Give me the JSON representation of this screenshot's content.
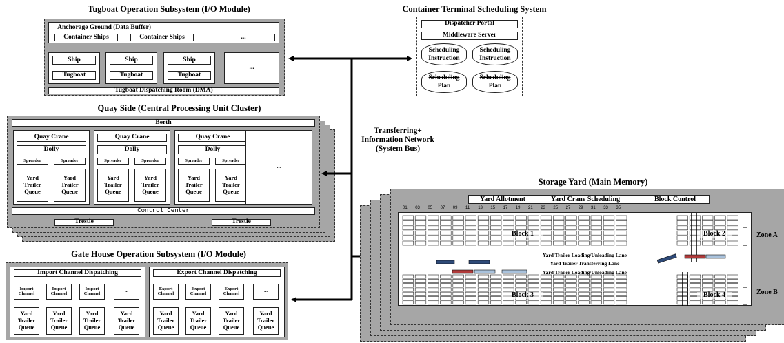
{
  "tugboat": {
    "title": "Tugboat Operation Subsystem (I/O Module)",
    "anchorage_title": "Anchorage Ground (Data Buffer)",
    "anchorage_slots": [
      "Container Ships",
      "Container Ships",
      "..."
    ],
    "units": [
      {
        "ship": "Ship",
        "tug": "Tugboat"
      },
      {
        "ship": "Ship",
        "tug": "Tugboat"
      },
      {
        "ship": "Ship",
        "tug": "Tugboat"
      }
    ],
    "more": "...",
    "dispatch_room": "Tugboat Dispatching Room (DMA)"
  },
  "ctss": {
    "title": "Container Terminal Scheduling System",
    "portal": "Dispatcher Portal",
    "middleware": "Middleware Server",
    "dbs": [
      {
        "l1": "Scheduling",
        "l2": "Instruction"
      },
      {
        "l1": "Scheduling",
        "l2": "Instruction"
      },
      {
        "l1": "Scheduling",
        "l2": "Plan"
      },
      {
        "l1": "Scheduling",
        "l2": "Plan"
      }
    ]
  },
  "quay": {
    "title": "Quay Side (Central Processing Unit Cluster)",
    "berth": "Berth",
    "cranes": [
      {
        "crane": "Quay Crane",
        "dolly": "Dolly",
        "spreader_a": "Spreader",
        "spreader_b": "Spreader",
        "queue_a": "Yard\nTrailer\nQueue",
        "queue_b": "Yard\nTrailer\nQueue"
      },
      {
        "crane": "Quay Crane",
        "dolly": "Dolly",
        "spreader_a": "Spreader",
        "spreader_b": "Spreader",
        "queue_a": "Yard\nTrailer\nQueue",
        "queue_b": "Yard\nTrailer\nQueue"
      },
      {
        "crane": "Quay Crane",
        "dolly": "Dolly",
        "spreader_a": "Spreader",
        "spreader_b": "Spreader",
        "queue_a": "Yard\nTrailer\nQueue",
        "queue_b": "Yard\nTrailer\nQueue"
      }
    ],
    "more": "...",
    "control_center": "Control Center",
    "trestle_left": "Trestle",
    "trestle_right": "Trestle"
  },
  "gate": {
    "title": "Gate House Operation Subsystem (I/O Module)",
    "import_title": "Import Channel Dispatching",
    "export_title": "Export Channel Dispatching",
    "import_channels": [
      "Import\nChannel",
      "Import\nChannel",
      "Import\nChannel",
      "..."
    ],
    "export_channels": [
      "Export\nChannel",
      "Export\nChannel",
      "Export\nChannel",
      "..."
    ],
    "queue": "Yard\nTrailer\nQueue"
  },
  "network": {
    "label": "Transferring+\nInformation Network\n(System Bus)"
  },
  "yard": {
    "title": "Storage Yard (Main Memory)",
    "tabs": [
      "Yard Allotment",
      "Yard Crane Scheduling",
      "Block Control"
    ],
    "bay_numbers": [
      "01",
      "03",
      "05",
      "07",
      "09",
      "11",
      "13",
      "15",
      "17",
      "19",
      "21",
      "23",
      "25",
      "27",
      "29",
      "31",
      "33",
      "35"
    ],
    "block1": "Block 1",
    "block2": "Block 2",
    "block3": "Block 3",
    "block4": "Block 4",
    "lane_top": "Yard Trailer Loading/Unloading Lane",
    "lane_mid": "Yard Trailer Transferring Lane",
    "lane_bottom": "Yard Trailer Loading/Unloading Lane",
    "zone_a": "Zone A",
    "zone_b": "Zone B",
    "dots": "..."
  },
  "colors": {
    "panel": "#a6a6a6",
    "trailer_blue": "#2e4a78",
    "trailer_red": "#b03a3a",
    "trailer_light": "#a9c2dc"
  }
}
